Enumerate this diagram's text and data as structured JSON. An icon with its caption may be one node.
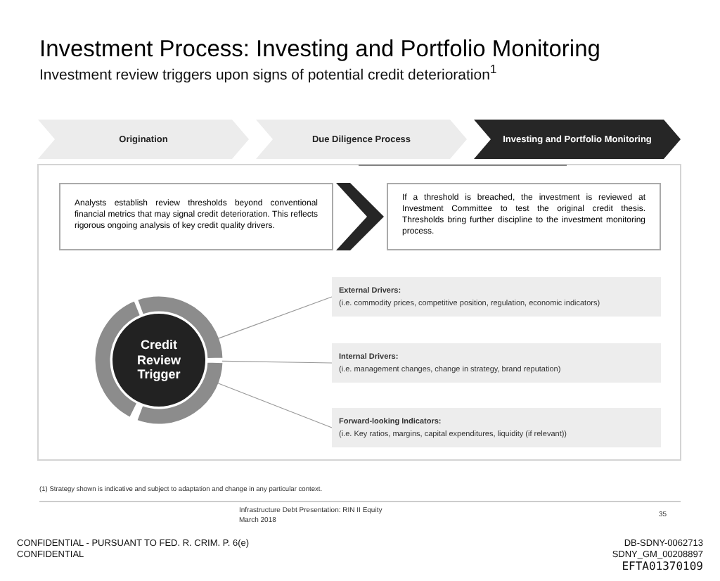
{
  "diagram": {
    "title": "Investment Process: Investing and Portfolio Monitoring",
    "nodes": [
      {
        "text": [
          "Origination"
        ]
      },
      {
        "text": [
          "Due Diligence Process"
        ]
      },
      {
        "text": [
          "Investing and Portfolio Monitoring"
        ]
      },
      {
        "text": [
          "Analysts establish review thresholds beyond conventional financial metrics that may signal credit deterioration. This reflects rigorous ongoing analysis of key credit quality drivers."
        ]
      },
      {
        "text": [
          "If a threshold is breached, the investment is reviewed at Investment Committee to test the original credit thesis. Thresholds bring further discipline to the investment monitoring process."
        ]
      },
      {
        "text": [
          "Credit Review Trigger"
        ]
      },
      {
        "text": [
          "External Drivers:",
          "(i.e. commodity prices, competitive position, regulation, economic indicators)"
        ]
      },
      {
        "text": [
          "Internal Drivers:",
          "(i.e. management changes, change in strategy, brand reputation)"
        ]
      },
      {
        "text": [
          "Forward-looking Indicators:",
          "(i.e. Key ratios, margins, capital expenditures, liquidity (if relevant))"
        ]
      }
    ],
    "edges": [
      {
        "from": 3,
        "to": 4,
        "arrow": "to"
      },
      {
        "from": 5,
        "to": 6,
        "arrow": "none"
      },
      {
        "from": 5,
        "to": 7,
        "arrow": "none"
      },
      {
        "from": 5,
        "to": 8,
        "arrow": "none"
      }
    ],
    "labels": [
      "Investment review triggers upon signs of potential credit deterioration$^{1}$",
      "(1) Strategy shown is indicative and subject to adaptation and change in any particular context.",
      "Infrastructure Debt Presentation: RIN II Equity",
      "March 2018",
      "35",
      "CONFIDENTIAL - PURSUANT TO FED. R. CRIM. P. 6(e)",
      "CONFIDENTIAL",
      "DB-SDNY-0062713",
      "SDNY_GM_00208897",
      "EFTA01370109"
    ]
  }
}
